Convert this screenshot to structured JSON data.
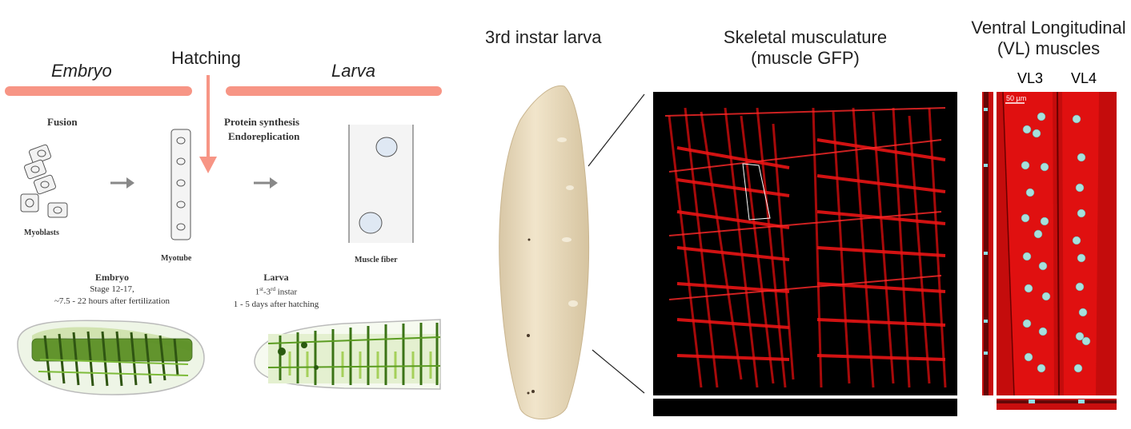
{
  "timeline": {
    "embryo_label": "Embryo",
    "hatching_label": "Hatching",
    "larva_label": "Larva"
  },
  "stages": {
    "fusion": "Fusion",
    "protein_synthesis": "Protein synthesis",
    "endoreplication": "Endoreplication",
    "myoblasts": "Myoblasts",
    "myotube": "Myotube",
    "muscle_fiber": "Muscle fiber"
  },
  "embryo_info": {
    "title": "Embryo",
    "line1": "Stage 12-17,",
    "line2": "~7.5 - 22 hours after fertilization"
  },
  "larva_info": {
    "title": "Larva",
    "line1_a": "1",
    "line1_sup1": "st",
    "line1_b": "-3",
    "line1_sup2": "rd",
    "line1_c": " instar",
    "line2": "1 - 5 days after hatching"
  },
  "panels": {
    "larva_title": "3rd instar larva",
    "skeletal_title_1": "Skeletal musculature",
    "skeletal_title_2": "(muscle GFP)",
    "vl_title_1": "Ventral Longitudinal",
    "vl_title_2": "(VL) muscles",
    "vl3": "VL3",
    "vl4": "VL4",
    "scale_bar": "50 µm"
  },
  "colors": {
    "timeline_bar": "#f79585",
    "muscle_red": "#e01010",
    "nuclei": "#9fd8d8",
    "larva_body": "#efe1c4",
    "muscle_green": "#4e8a1f"
  }
}
